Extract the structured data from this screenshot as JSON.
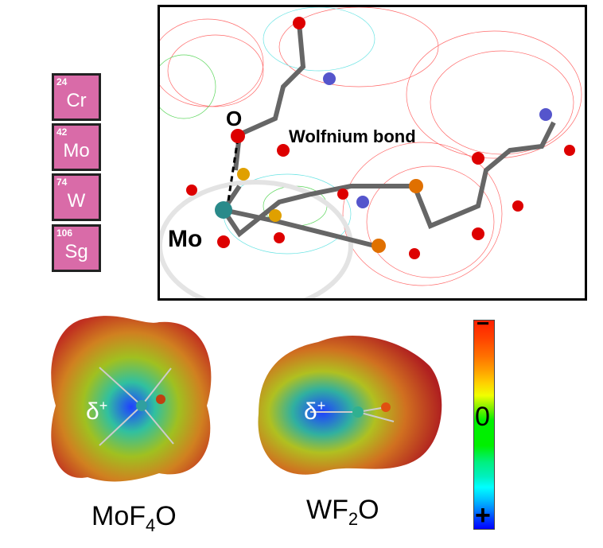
{
  "elements": [
    {
      "number": "24",
      "symbol": "Cr"
    },
    {
      "number": "42",
      "symbol": "Mo"
    },
    {
      "number": "74",
      "symbol": "W"
    },
    {
      "number": "106",
      "symbol": "Sg"
    }
  ],
  "structure": {
    "oxygen_label": "O",
    "bond_label": "Wolfnium bond",
    "metal_label": "Mo"
  },
  "surfaces": [
    {
      "formula_pre": "MoF",
      "sub": "4",
      "formula_post": "O",
      "delta": "δ",
      "delta_sup": "+"
    },
    {
      "formula_pre": "WF",
      "sub": "2",
      "formula_post": "O",
      "delta": "δ",
      "delta_sup": "+"
    }
  ],
  "colorbar": {
    "top": "−",
    "middle": "0",
    "bottom": "+"
  }
}
